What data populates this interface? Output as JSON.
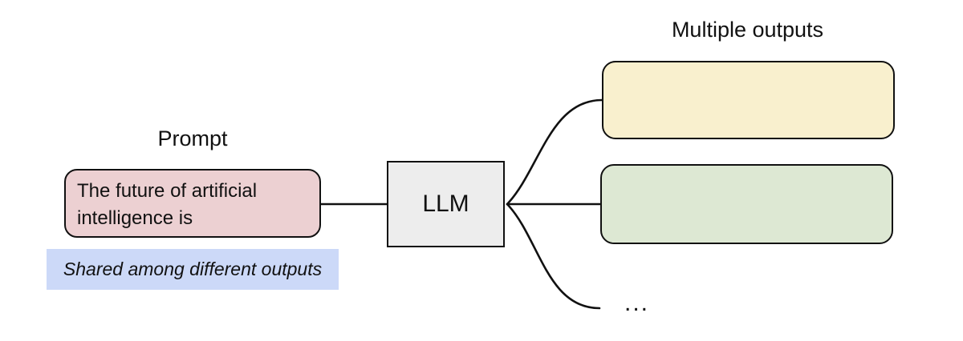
{
  "diagram": {
    "prompt": {
      "label": "Prompt",
      "text": "The future of artificial intelligence is",
      "note": "Shared among different outputs"
    },
    "llm": {
      "label": "LLM"
    },
    "outputs": {
      "label": "Multiple outputs",
      "boxes": [
        {
          "id": "output-1",
          "text": ""
        },
        {
          "id": "output-2",
          "text": ""
        }
      ],
      "ellipsis": "..."
    }
  },
  "colors": {
    "prompt_fill": "#ecd0d2",
    "note_fill": "#ccd9f8",
    "llm_fill": "#ededed",
    "output1_fill": "#f9f0ce",
    "output2_fill": "#dde8d3",
    "stroke": "#111111"
  }
}
